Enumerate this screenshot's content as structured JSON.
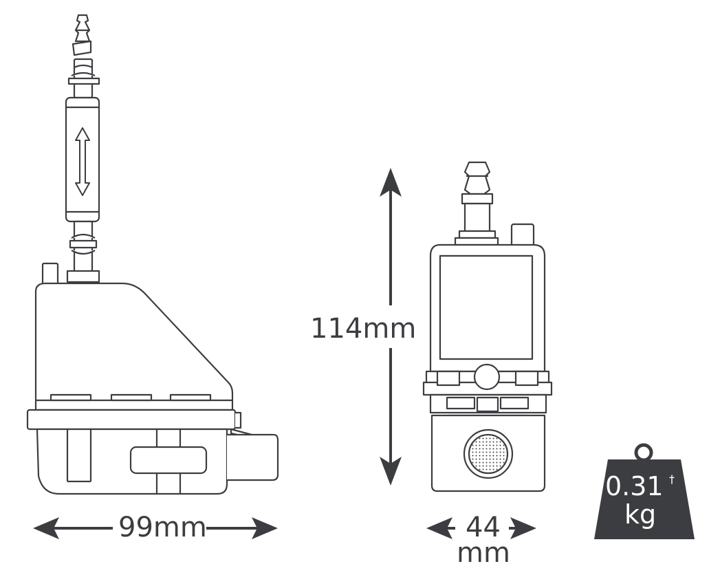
{
  "dimensions": {
    "width_label": "99mm",
    "height_label": "114mm",
    "depth_label_line1": "44",
    "depth_label_line2": "mm"
  },
  "weight": {
    "value_label": "0.31",
    "footnote_mark": "†",
    "unit_label": "kg",
    "icon": "weight-icon"
  },
  "colors": {
    "line": "#3c3d40",
    "arrow": "#3c3d40",
    "weight_fill": "#3c3d40",
    "background": "#ffffff"
  }
}
